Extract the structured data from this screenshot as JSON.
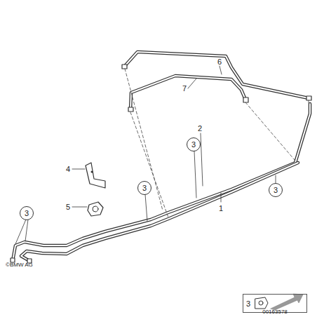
{
  "diagram": {
    "nodes": [
      {
        "text": [
          "3"
        ]
      },
      {
        "text": [
          "3"
        ]
      },
      {
        "text": [
          "3"
        ]
      },
      {
        "text": [
          "3"
        ]
      },
      {
        "text": [
          "3"
        ]
      }
    ],
    "labels": [
      "6",
      "7",
      "2",
      "4",
      "5",
      "1",
      "©BMW AG",
      "00163578"
    ]
  }
}
